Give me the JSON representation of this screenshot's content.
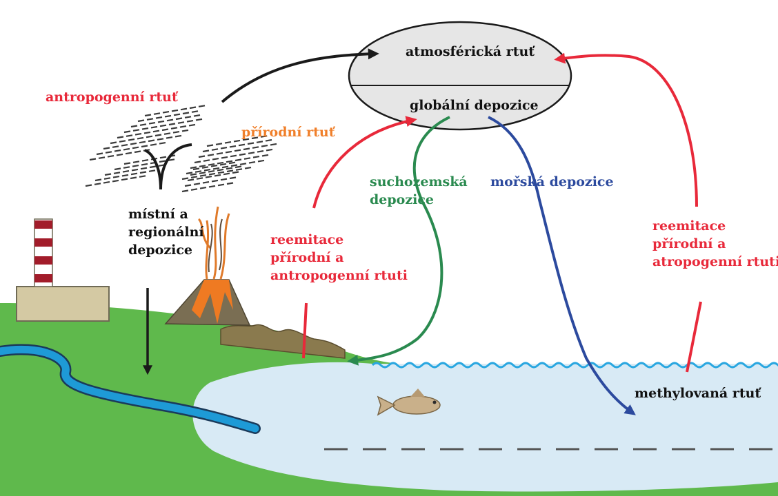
{
  "colors": {
    "anthropogenic": "#e8293a",
    "natural": "#f07f2a",
    "terrestrial": "#2a8a4f",
    "marine": "#2c4a9e",
    "local": "#111111",
    "land": "#5fb94c",
    "water": "#d8eaf5",
    "river": "#1e9ad6"
  },
  "labels": {
    "atmospheric": "atmosférická rtuť",
    "global_deposition": "globální depozice",
    "anthropogenic": "antropogenní rtuť",
    "natural": "přírodní rtuť",
    "local": [
      "místní a",
      "regionální",
      "depozice"
    ],
    "terrestrial": [
      "suchozemská",
      "depozice"
    ],
    "marine": "mořská depozice",
    "reemission_left": [
      "reemitace",
      "přírodní a",
      "antropogenní rtuti"
    ],
    "reemission_right": [
      "reemitace",
      "přírodní a",
      "atropogenní rtuti"
    ],
    "methylated": "methylovaná rtuť"
  }
}
